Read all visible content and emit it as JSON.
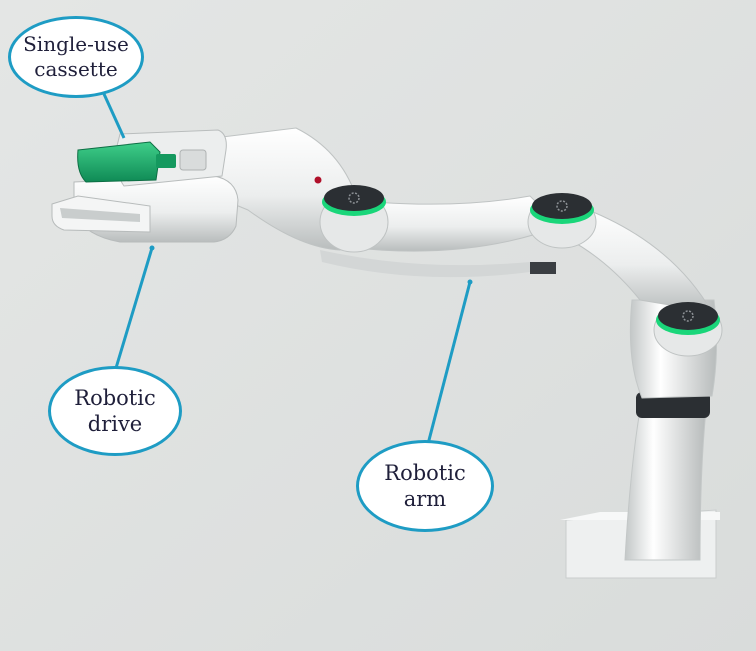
{
  "colors": {
    "background": "#dfe2e1",
    "callout_border": "#1e9cc4",
    "leader_line": "#1e9cc4",
    "label_text": "#1f1f3a",
    "cassette_green": "#1aa86a",
    "joint_ring": "#19e07a",
    "arm_body": "#f2f3f3"
  },
  "labels": {
    "cassette": {
      "line1": "Single-use",
      "line2": "cassette"
    },
    "drive": {
      "line1": "Robotic",
      "line2": "drive"
    },
    "arm": {
      "line1": "Robotic",
      "line2": "arm"
    }
  },
  "icons": [
    "gear-icon"
  ]
}
